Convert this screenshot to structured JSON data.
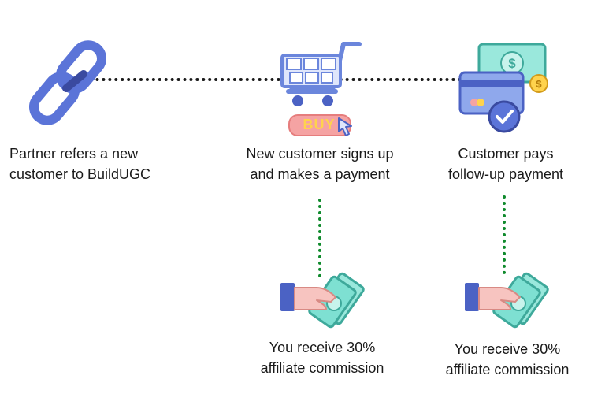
{
  "steps": [
    {
      "line1": "Partner refers a new",
      "line2": "customer to BuildUGC"
    },
    {
      "line1": "New customer signs up",
      "line2": "and makes a payment"
    },
    {
      "line1": "Customer pays",
      "line2": "follow-up payment"
    }
  ],
  "commissions": [
    {
      "line1": "You receive 30%",
      "line2": "affiliate commission"
    },
    {
      "line1": "You receive 30%",
      "line2": "affiliate commission"
    }
  ],
  "cart_badge": "BUY",
  "colors": {
    "chain": "#5b74d8",
    "cart": "#6b86dc",
    "money": "#7ee0d2",
    "badge": "#f5a3a3",
    "card": "#8fa8ec",
    "dotted_main": "#1a1a1a",
    "dotted_branch": "#0f8a2c"
  },
  "icons": [
    "chain-link-icon",
    "shopping-cart-icon",
    "credit-card-icon",
    "hand-money-icon"
  ]
}
